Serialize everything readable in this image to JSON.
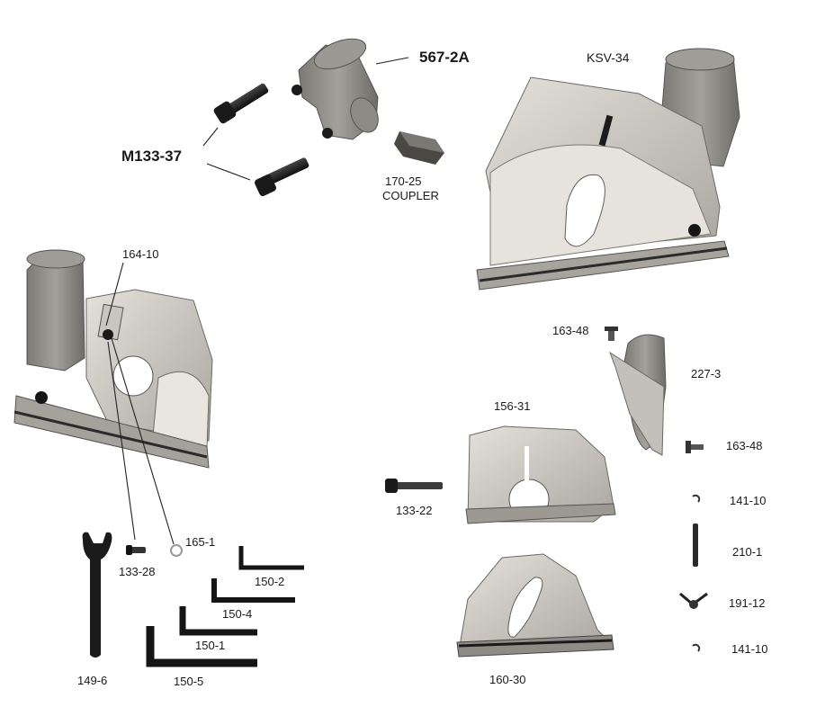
{
  "parts": [
    {
      "id": "567-2A",
      "desc": ""
    },
    {
      "id": "M133-37",
      "desc": ""
    },
    {
      "id": "170-25",
      "desc": "COUPLER"
    },
    {
      "id": "164-10",
      "desc": ""
    },
    {
      "id": "133-28",
      "desc": ""
    },
    {
      "id": "165-1",
      "desc": ""
    },
    {
      "id": "150-2",
      "desc": ""
    },
    {
      "id": "150-4",
      "desc": ""
    },
    {
      "id": "150-1",
      "desc": ""
    },
    {
      "id": "150-5",
      "desc": ""
    },
    {
      "id": "149-6",
      "desc": ""
    },
    {
      "id": "163-48",
      "desc": ""
    },
    {
      "id": "227-3",
      "desc": ""
    },
    {
      "id": "156-31",
      "desc": ""
    },
    {
      "id": "133-22",
      "desc": ""
    },
    {
      "id": "163-48",
      "desc": ""
    },
    {
      "id": "141-10",
      "desc": ""
    },
    {
      "id": "210-1",
      "desc": ""
    },
    {
      "id": "191-12",
      "desc": ""
    },
    {
      "id": "141-10",
      "desc": ""
    },
    {
      "id": "160-30",
      "desc": ""
    }
  ],
  "assembly_label": "KSV-34",
  "colors": {
    "metal_light": "#d6d3cc",
    "metal_mid": "#b8b5ad",
    "metal_dark": "#8f8d87",
    "steel_dark": "#2a2a2a",
    "edge": "#5a5852"
  }
}
